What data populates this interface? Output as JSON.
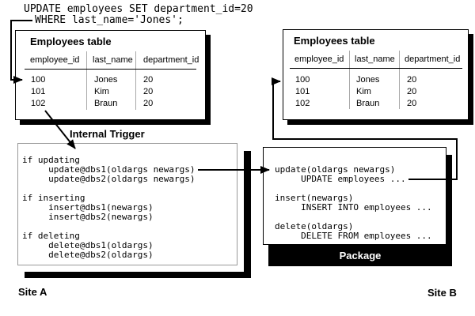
{
  "sql": {
    "line1": "UPDATE employees SET department_id=20",
    "line2": "WHERE last_name='Jones';"
  },
  "left_table": {
    "title": "Employees table",
    "columns": [
      "employee_id",
      "last_name",
      "department_id"
    ],
    "rows": [
      [
        "100",
        "Jones",
        "20"
      ],
      [
        "101",
        "Kim",
        "20"
      ],
      [
        "102",
        "Braun",
        "20"
      ]
    ]
  },
  "right_table": {
    "title": "Employees table",
    "columns": [
      "employee_id",
      "last_name",
      "department_id"
    ],
    "rows": [
      [
        "100",
        "Jones",
        "20"
      ],
      [
        "101",
        "Kim",
        "20"
      ],
      [
        "102",
        "Braun",
        "20"
      ]
    ]
  },
  "trigger": {
    "label": "Internal Trigger",
    "code": "if updating\n     update@dbs1(oldargs newargs)\n     update@dbs2(oldargs newargs)\n\nif inserting\n     insert@dbs1(newargs)\n     insert@dbs2(newargs)\n\nif deleting\n     delete@dbs1(oldargs)\n     delete@dbs2(oldargs)"
  },
  "package": {
    "label": "Package",
    "code": "update(oldargs newargs)\n     UPDATE employees ...\n\ninsert(newargs)\n     INSERT INTO employees ...\n\ndelete(oldargs)\n     DELETE FROM employees ..."
  },
  "sites": {
    "a": "Site A",
    "b": "Site B"
  },
  "colors": {
    "foreground": "#000000",
    "background": "#ffffff",
    "column_separator": "#a9a9a9",
    "trigger_border": "#999999",
    "package_band": "#000000",
    "package_band_text": "#ffffff"
  }
}
